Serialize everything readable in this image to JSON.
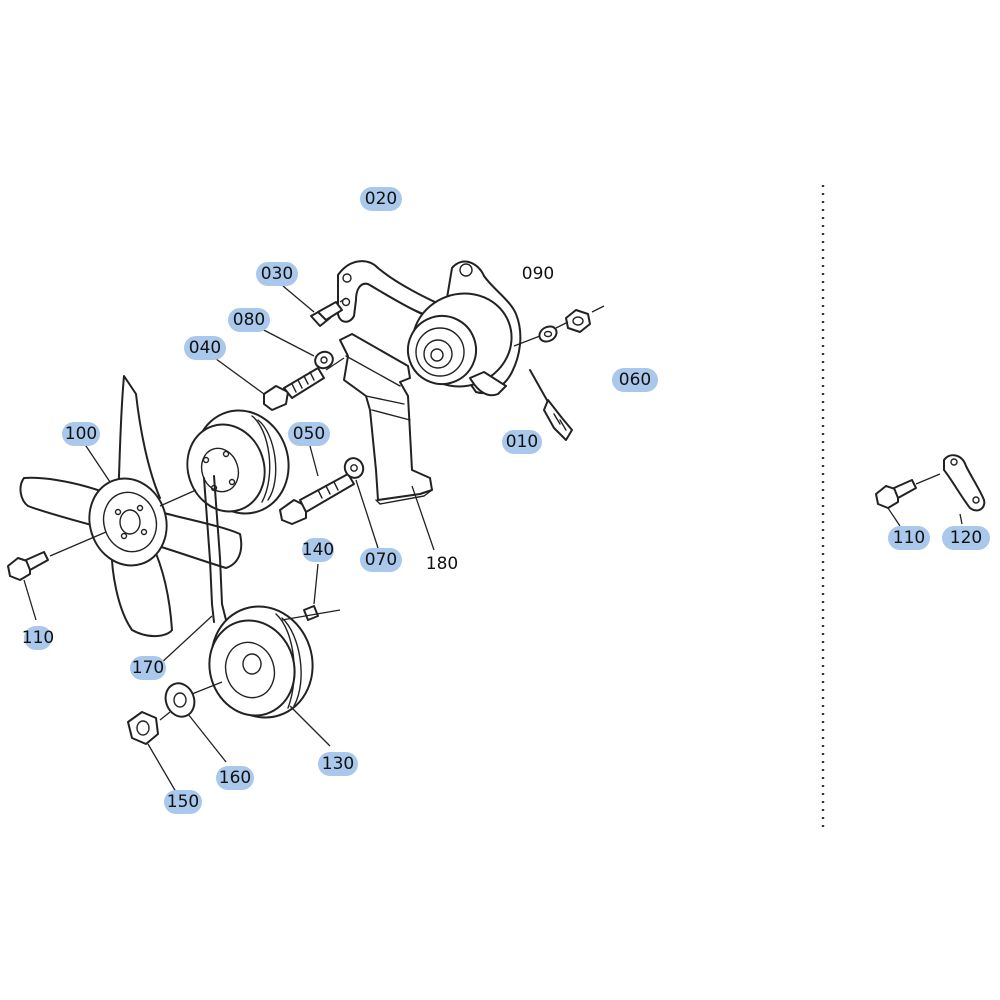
{
  "callouts": {
    "c010": "010",
    "c020": "020",
    "c030": "030",
    "c040": "040",
    "c050": "050",
    "c060": "060",
    "c070": "070",
    "c080": "080",
    "c090": "090",
    "c100": "100",
    "c110a": "110",
    "c110b": "110",
    "c120": "120",
    "c130": "130",
    "c140": "140",
    "c150": "150",
    "c160": "160",
    "c170": "170",
    "c180": "180"
  },
  "colors": {
    "callout_highlight": "#a9c8ec",
    "line": "#222222",
    "background": "#ffffff"
  }
}
